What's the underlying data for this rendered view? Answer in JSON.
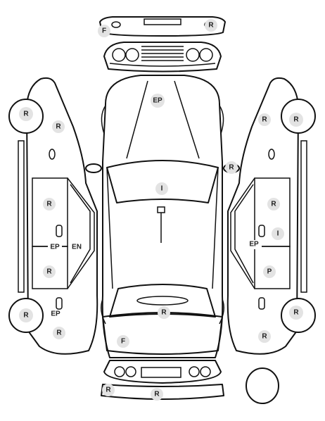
{
  "diagram": {
    "marks": {
      "front_bumper_left": "F",
      "front_bumper_right": "R",
      "hood": "EP",
      "windshield_right": "R",
      "roof": "I",
      "left_front_wheel": "R",
      "left_front_fender": "R",
      "left_front_door": "R",
      "left_door_edge_a": "EP",
      "left_door_edge_b": "EN",
      "left_rear_door": "R",
      "left_rear_wheel": "R",
      "left_rear_sill": "EP",
      "left_rear_fender": "R",
      "trunk_glass": "R",
      "trunk": "F",
      "rear_bumper_left": "R",
      "rear_bumper_center": "R",
      "right_front_wheel": "R",
      "right_front_fender": "R",
      "right_front_door": "R",
      "right_front_handle": "I",
      "right_door_edge": "EP",
      "right_rear_door": "P",
      "right_rear_wheel": "R",
      "right_rear_fender": "R"
    },
    "colors": {
      "outline": "#111111",
      "badge_fill": "#e3e3e3",
      "badge_text": "#222222"
    }
  }
}
